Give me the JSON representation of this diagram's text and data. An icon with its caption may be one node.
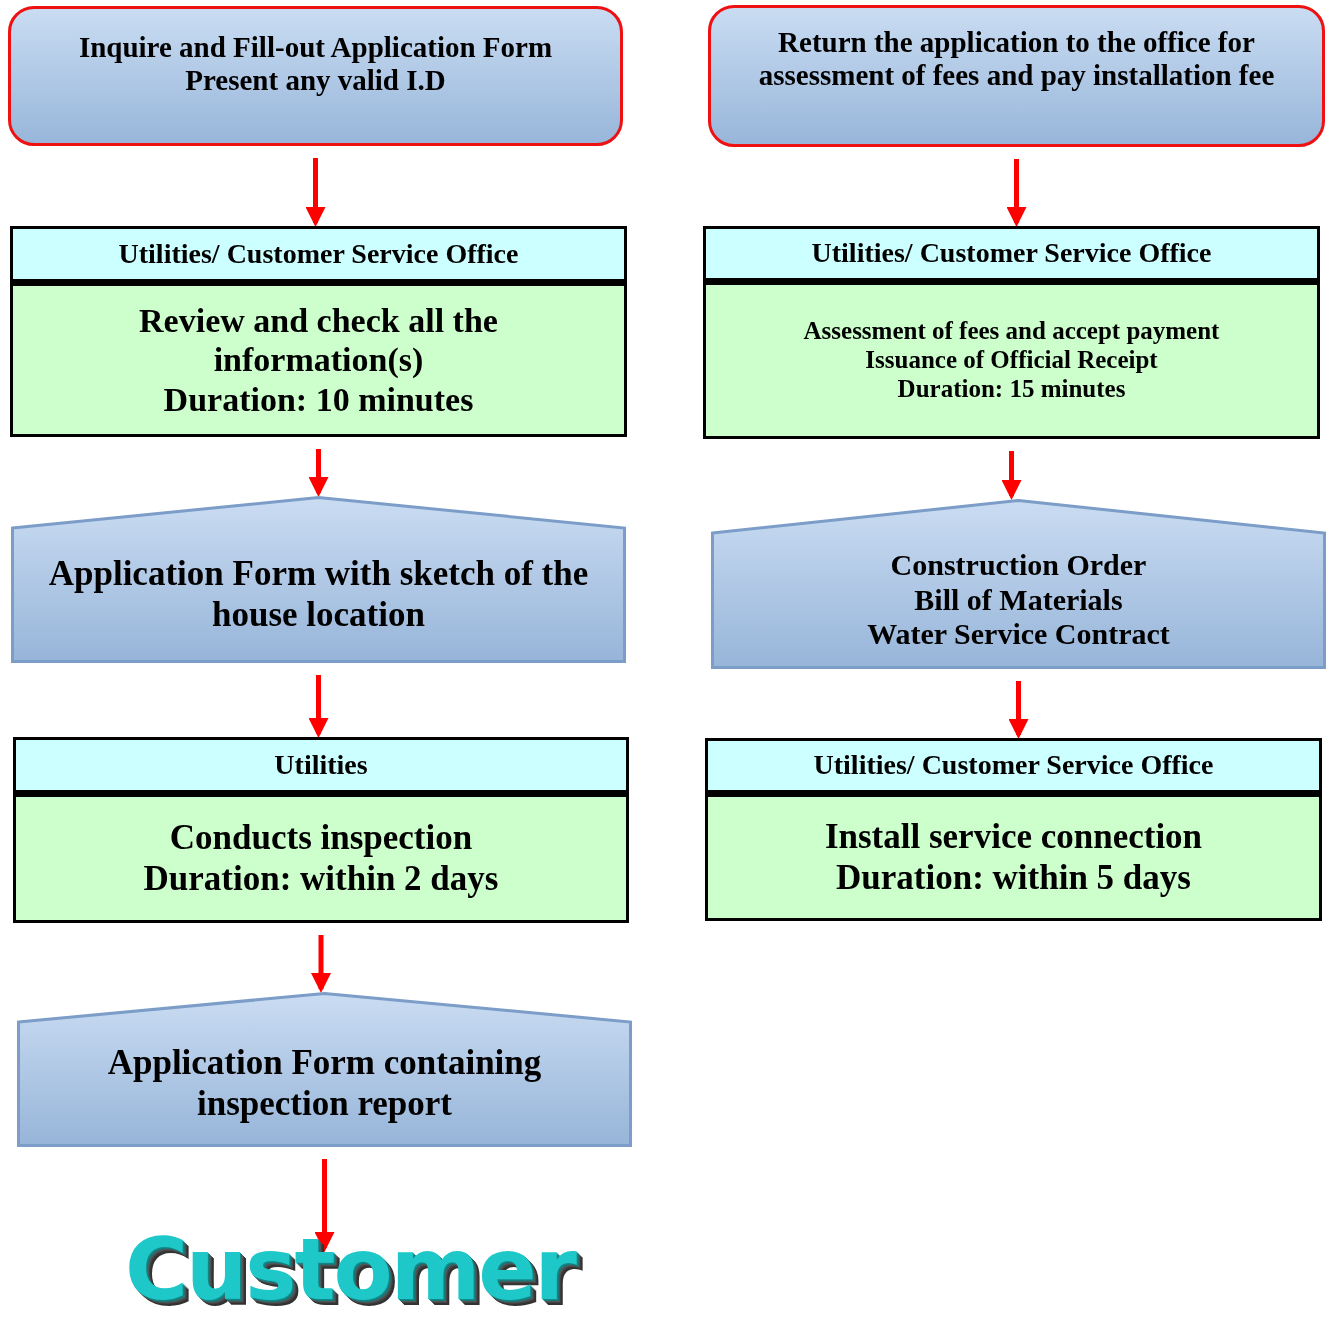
{
  "diagram": {
    "nodes": [
      {
        "text": [
          "Inquire and Fill-out Application Form",
          "Present any valid I.D"
        ]
      },
      {
        "text": [
          "Utilities/ Customer Service Office",
          "Review and check all the information(s)",
          "Duration: 10 minutes"
        ]
      },
      {
        "text": [
          "Application Form with sketch of the house location"
        ]
      },
      {
        "text": [
          "Utilities",
          "Conducts inspection",
          "Duration: within 2 days"
        ]
      },
      {
        "text": [
          "Application Form containing inspection report"
        ]
      },
      {
        "text": [
          "Customer"
        ]
      },
      {
        "text": [
          "Return the application to the office for assessment of fees and pay installation fee"
        ]
      },
      {
        "text": [
          "Utilities/ Customer Service Office",
          "Assessment of fees and accept payment",
          "Issuance of Official Receipt",
          "Duration: 15 minutes"
        ]
      },
      {
        "text": [
          "Construction Order",
          "Bill of Materials",
          "Water Service Contract"
        ]
      },
      {
        "text": [
          "Utilities/ Customer Service Office",
          "Install service connection",
          "Duration: within 5 days"
        ]
      }
    ],
    "edges": [
      {
        "from": 0,
        "to": 1,
        "arrow": "to"
      },
      {
        "from": 1,
        "to": 2,
        "arrow": "to"
      },
      {
        "from": 2,
        "to": 3,
        "arrow": "to"
      },
      {
        "from": 3,
        "to": 4,
        "arrow": "to"
      },
      {
        "from": 4,
        "to": 5,
        "arrow": "to"
      },
      {
        "from": 6,
        "to": 7,
        "arrow": "to"
      },
      {
        "from": 7,
        "to": 8,
        "arrow": "to"
      },
      {
        "from": 8,
        "to": 9,
        "arrow": "to"
      }
    ]
  }
}
